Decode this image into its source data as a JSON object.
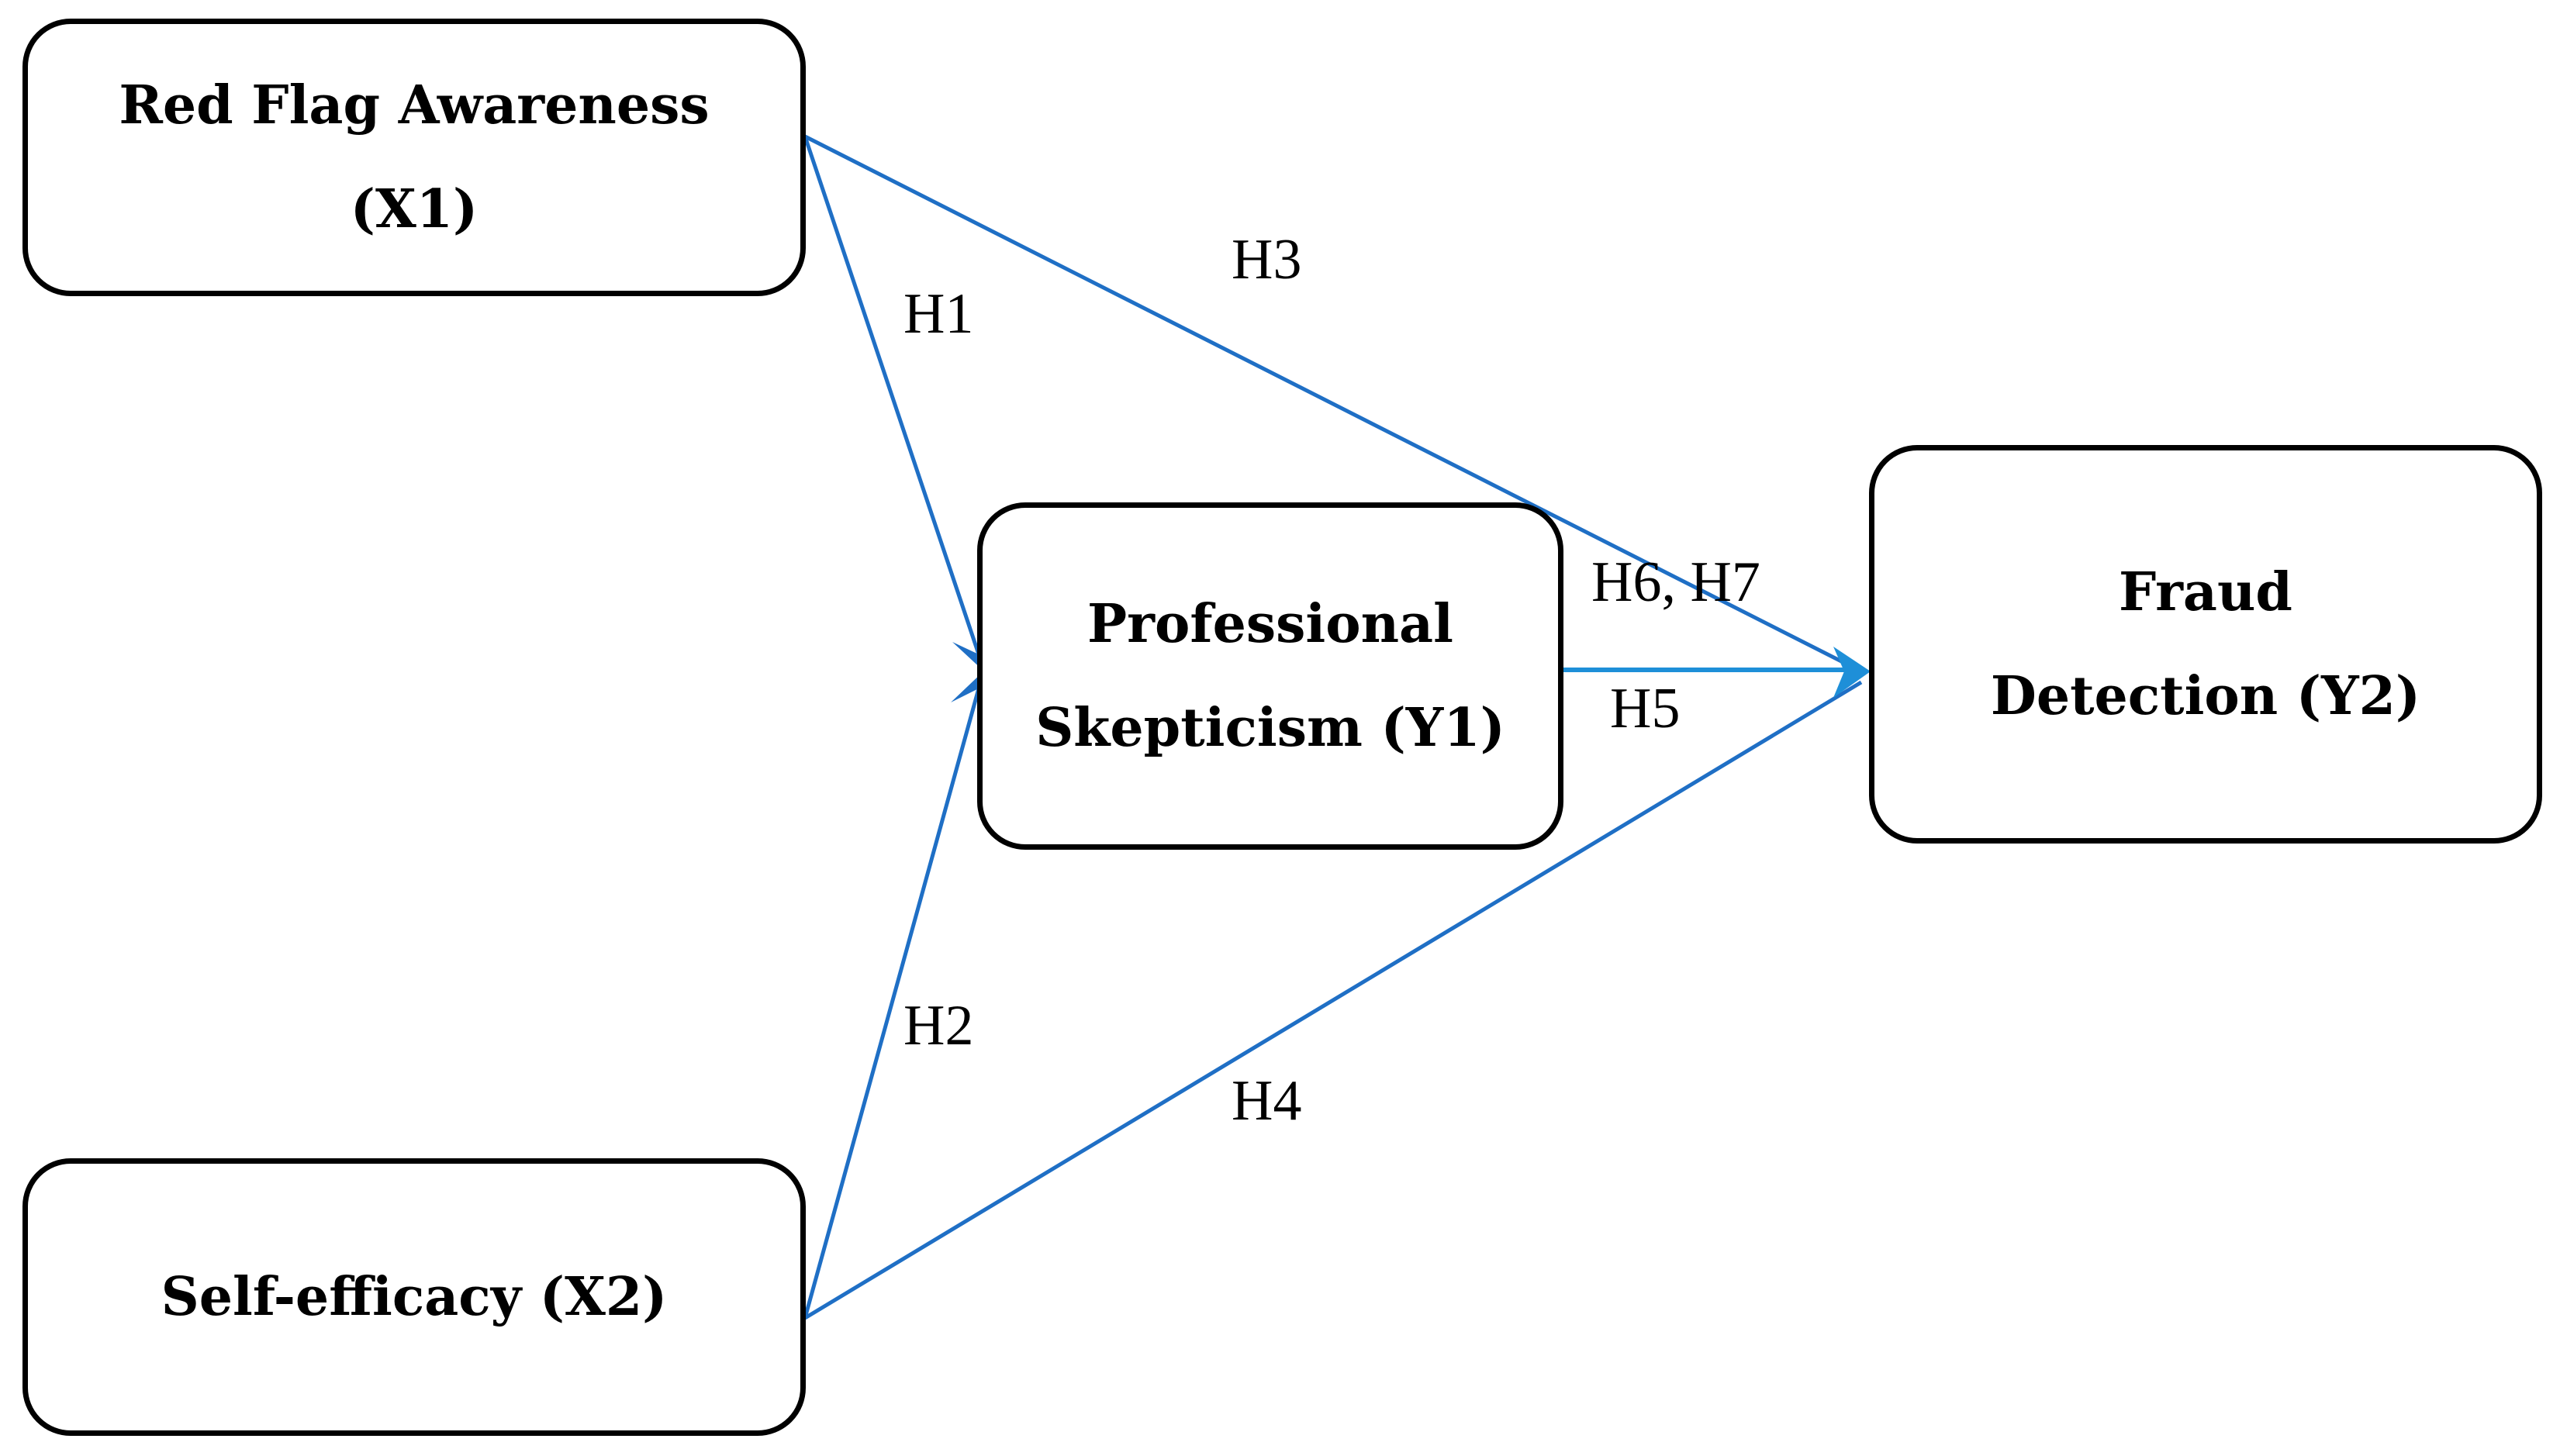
{
  "nodes": {
    "x1": {
      "line1": "Red Flag Awareness",
      "line2": "(X1)"
    },
    "x2": {
      "line1": "Self-efficacy (X2)"
    },
    "y1": {
      "line1": "Professional",
      "line2": "Skepticism (Y1)"
    },
    "y2": {
      "line1": "Fraud",
      "line2": "Detection (Y2)"
    }
  },
  "edges": {
    "h1": {
      "label": "H1",
      "from": "Red Flag Awareness (X1)",
      "to": "Professional Skepticism (Y1)"
    },
    "h2": {
      "label": "H2",
      "from": "Self-efficacy (X2)",
      "to": "Professional Skepticism (Y1)"
    },
    "h3": {
      "label": "H3",
      "from": "Red Flag Awareness (X1)",
      "to": "Fraud Detection (Y2)"
    },
    "h4": {
      "label": "H4",
      "from": "Self-efficacy (X2)",
      "to": "Fraud Detection (Y2)"
    },
    "h5": {
      "label": "H5",
      "from": "Professional Skepticism (Y1)",
      "to": "Fraud Detection (Y2)"
    },
    "h67": {
      "label": "H6, H7"
    }
  },
  "colors": {
    "arrow": "#1f6fc5",
    "arrow_light": "#1e8fd8",
    "box_border": "#000000",
    "text": "#000000"
  }
}
